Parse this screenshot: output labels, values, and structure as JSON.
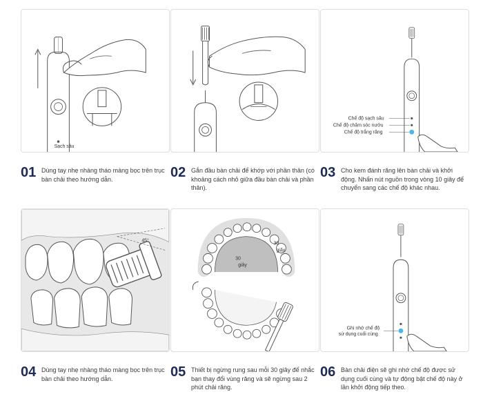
{
  "steps": [
    {
      "number": "01",
      "text": "Dùng tay nhẹ nhàng tháo màng bọc trên trục bàn chải theo hướng dẫn."
    },
    {
      "number": "02",
      "text": "Gắn đầu bàn chải để khớp với phần thân (có khoảng cách nhỏ giữa đầu bàn chải và phần thân)."
    },
    {
      "number": "03",
      "text": "Cho kem đánh răng lên bàn chải và khởi động. Nhấn nút nguồn trong vòng 10 giây để chuyển sang các chế độ khác nhau."
    },
    {
      "number": "04",
      "text": "Dùng tay nhẹ nhàng tháo màng bọc trên trục bàn chải theo hướng dẫn."
    },
    {
      "number": "05",
      "text": "Thiết bị ngừng rung sau mỗi 30 giây để nhắc bạn thay đổi vùng răng và sẽ ngừng sau 2 phút chải răng."
    },
    {
      "number": "06",
      "text": "Bàn chải điện sẽ ghi nhớ chế độ được sử dụng cuối cùng và tự động bật chế độ này ở lần khởi động tiếp theo."
    }
  ],
  "panel1": {
    "small_label": "Sạch sâu"
  },
  "panel3": {
    "modes": [
      "Chế độ sạch sâu",
      "Chế độ chăm sóc nướu",
      "Chế độ trắng răng"
    ]
  },
  "panel4": {
    "angle_label": "45°"
  },
  "panel5": {
    "top_number": "30",
    "top_unit": "giây",
    "inner_number": "30",
    "inner_unit": "giây"
  },
  "panel6": {
    "memory_label_line1": "Ghi nhớ chế độ",
    "memory_label_line2": "sử dụng cuối cùng"
  },
  "colors": {
    "number": "#1d2a56",
    "accent_blue": "#4db6e8",
    "line": "#555555"
  }
}
